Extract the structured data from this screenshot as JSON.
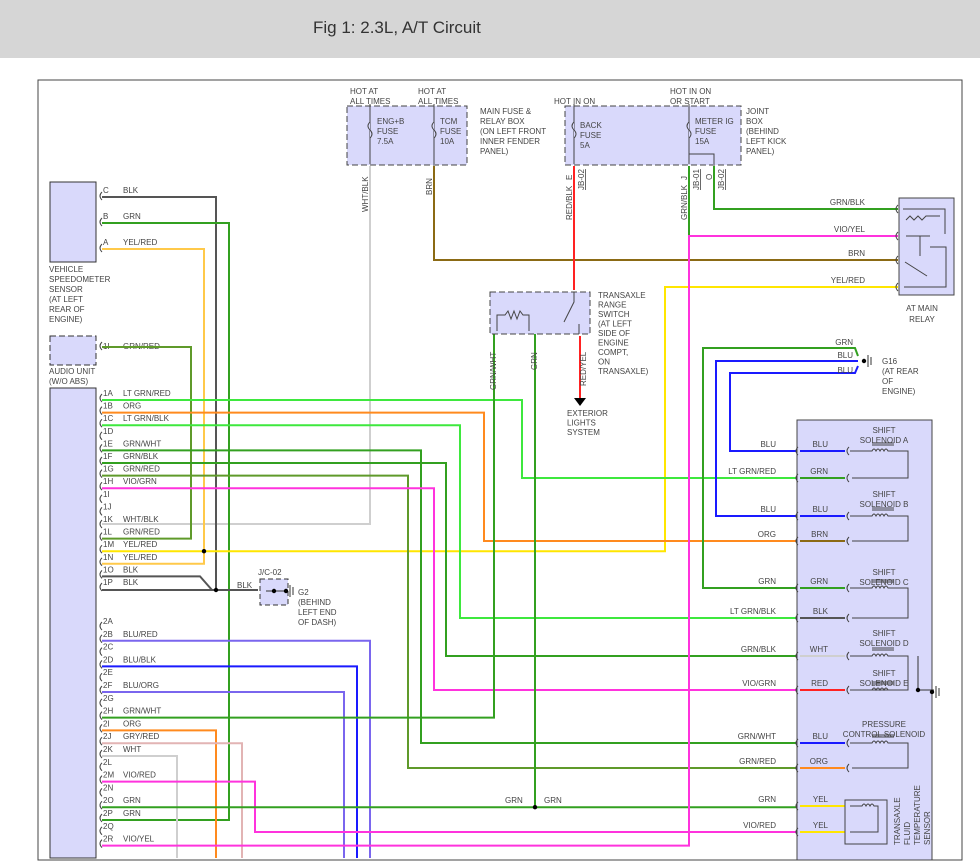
{
  "header": {
    "title": "Fig 1: 2.3L, A/T Circuit"
  },
  "top": {
    "hot1": [
      "HOT AT",
      "ALL TIMES"
    ],
    "hot2": [
      "HOT AT",
      "ALL TIMES"
    ],
    "hot3": [
      "HOT IN ON"
    ],
    "hot4": [
      "HOT IN ON",
      "OR START"
    ],
    "fuse1": [
      "ENG+B",
      "FUSE",
      "7.5A"
    ],
    "fuse2": [
      "TCM",
      "FUSE",
      "10A"
    ],
    "fuse3": [
      "BACK",
      "FUSE",
      "5A"
    ],
    "fuse4": [
      "METER IG",
      "FUSE",
      "15A"
    ],
    "main_box": [
      "MAIN FUSE &",
      "RELAY BOX",
      "(ON LEFT FRONT",
      "INNER FENDER",
      "PANEL)"
    ],
    "joint_box": [
      "JOINT",
      "BOX",
      "(BEHIND",
      "LEFT KICK",
      "PANEL)"
    ],
    "wires": {
      "whtblk": "WHT/BLK",
      "brn": "BRN",
      "redblk": "RED/BLK",
      "grnblk": "GRN/BLK"
    },
    "pins": {
      "e": "E",
      "jb02a": "JB-02",
      "j": "J",
      "jb01": "JB-01",
      "o": "O",
      "jb02b": "JB-02"
    }
  },
  "vss": {
    "label": [
      "VEHICLE",
      "SPEEDOMETER",
      "SENSOR",
      "(AT LEFT",
      "REAR OF",
      "ENGINE)"
    ],
    "pins": [
      {
        "pin": "C",
        "wire": "BLK"
      },
      {
        "pin": "B",
        "wire": "GRN"
      },
      {
        "pin": "A",
        "wire": "YEL/RED"
      }
    ]
  },
  "audio": {
    "label": [
      "AUDIO UNIT",
      "(W/O ABS)"
    ],
    "pin": "1I",
    "wire": "GRN/RED"
  },
  "tcm_pins": [
    {
      "pin": "1A",
      "wire": "LT GRN/RED"
    },
    {
      "pin": "1B",
      "wire": "ORG"
    },
    {
      "pin": "1C",
      "wire": "LT GRN/BLK"
    },
    {
      "pin": "1D",
      "wire": ""
    },
    {
      "pin": "1E",
      "wire": "GRN/WHT"
    },
    {
      "pin": "1F",
      "wire": "GRN/BLK"
    },
    {
      "pin": "1G",
      "wire": "GRN/RED"
    },
    {
      "pin": "1H",
      "wire": "VIO/GRN"
    },
    {
      "pin": "1I",
      "wire": ""
    },
    {
      "pin": "1J",
      "wire": ""
    },
    {
      "pin": "1K",
      "wire": "WHT/BLK"
    },
    {
      "pin": "1L",
      "wire": "GRN/RED"
    },
    {
      "pin": "1M",
      "wire": "YEL/RED"
    },
    {
      "pin": "1N",
      "wire": "YEL/RED"
    },
    {
      "pin": "1O",
      "wire": "BLK"
    },
    {
      "pin": "1P",
      "wire": "BLK"
    },
    {
      "pin": "2A",
      "wire": ""
    },
    {
      "pin": "2B",
      "wire": "BLU/RED"
    },
    {
      "pin": "2C",
      "wire": ""
    },
    {
      "pin": "2D",
      "wire": "BLU/BLK"
    },
    {
      "pin": "2E",
      "wire": ""
    },
    {
      "pin": "2F",
      "wire": "BLU/ORG"
    },
    {
      "pin": "2G",
      "wire": ""
    },
    {
      "pin": "2H",
      "wire": "GRN/WHT"
    },
    {
      "pin": "2I",
      "wire": "ORG"
    },
    {
      "pin": "2J",
      "wire": "GRY/RED"
    },
    {
      "pin": "2K",
      "wire": "WHT"
    },
    {
      "pin": "2L",
      "wire": ""
    },
    {
      "pin": "2M",
      "wire": "VIO/RED"
    },
    {
      "pin": "2N",
      "wire": ""
    },
    {
      "pin": "2O",
      "wire": "GRN"
    },
    {
      "pin": "2P",
      "wire": "GRN"
    },
    {
      "pin": "2Q",
      "wire": ""
    },
    {
      "pin": "2R",
      "wire": "VIO/YEL"
    }
  ],
  "jc": {
    "name": "J/C-02",
    "wire": "BLK",
    "ground": [
      "G2",
      "(BEHIND",
      "LEFT END",
      "OF DASH)"
    ]
  },
  "range_switch": {
    "label": [
      "TRANSAXLE",
      "RANGE",
      "SWITCH",
      "(AT LEFT",
      "SIDE OF",
      "ENGINE",
      "COMPT,",
      "ON",
      "TRANSAXLE)"
    ],
    "wires": {
      "grnwht": "GRN/WHT",
      "grn": "GRN",
      "redyel": "RED/YEL"
    },
    "ext": [
      "EXTERIOR",
      "LIGHTS",
      "SYSTEM"
    ]
  },
  "splice": {
    "left": "GRN",
    "right": "GRN"
  },
  "relay": {
    "label": [
      "AT MAIN",
      "RELAY"
    ],
    "wires": [
      "GRN/BLK",
      "VIO/YEL",
      "BRN",
      "YEL/RED"
    ]
  },
  "g16": {
    "wires": [
      "GRN",
      "BLU",
      "BLU"
    ],
    "label": [
      "G16",
      "(AT REAR",
      "OF",
      "ENGINE)"
    ]
  },
  "solenoids": {
    "names": [
      [
        "SHIFT",
        "SOLENOID A"
      ],
      [
        "SHIFT",
        "SOLENOID B"
      ],
      [
        "SHIFT",
        "SOLENOID C"
      ],
      [
        "SHIFT",
        "SOLENOID D"
      ],
      [
        "SHIFT",
        "SOLENOID E"
      ],
      [
        "PRESSURE",
        "CONTROL SOLENOID"
      ]
    ],
    "sensor": [
      "TRANSAXLE",
      "FLUID",
      "TEMPERATURE",
      "SENSOR"
    ],
    "rows": [
      {
        "outer": "BLU",
        "inner": "BLU"
      },
      {
        "outer": "LT GRN/RED",
        "inner": "GRN"
      },
      {
        "outer": "BLU",
        "inner": "BLU"
      },
      {
        "outer": "ORG",
        "inner": "BRN"
      },
      {
        "outer": "GRN",
        "inner": "GRN"
      },
      {
        "outer": "LT GRN/BLK",
        "inner": "BLK"
      },
      {
        "outer": "GRN/BLK",
        "inner": "WHT"
      },
      {
        "outer": "VIO/GRN",
        "inner": "RED"
      },
      {
        "outer": "GRN/WHT",
        "inner": "BLU"
      },
      {
        "outer": "GRN/RED",
        "inner": "ORG"
      },
      {
        "outer": "GRN",
        "inner": "YEL"
      },
      {
        "outer": "VIO/RED",
        "inner": "YEL"
      }
    ]
  },
  "colors": {
    "GRN": "#33a020",
    "LTGRN": "#3ee83e",
    "ORG": "#ff8a1e",
    "YEL": "#ffe600",
    "VIO": "#ff33dd",
    "BLU": "#1a1aff",
    "BLURED": "#7a66ee",
    "BRN": "#8b6a14",
    "WHT": "#cfcfcf",
    "BLK": "#555555",
    "GRYRED": "#e2b4b4",
    "RED": "#ff2222",
    "YELRED": "#ffc94a",
    "GRNRED": "#5f9a2a",
    "box": "#d9d9fb"
  }
}
